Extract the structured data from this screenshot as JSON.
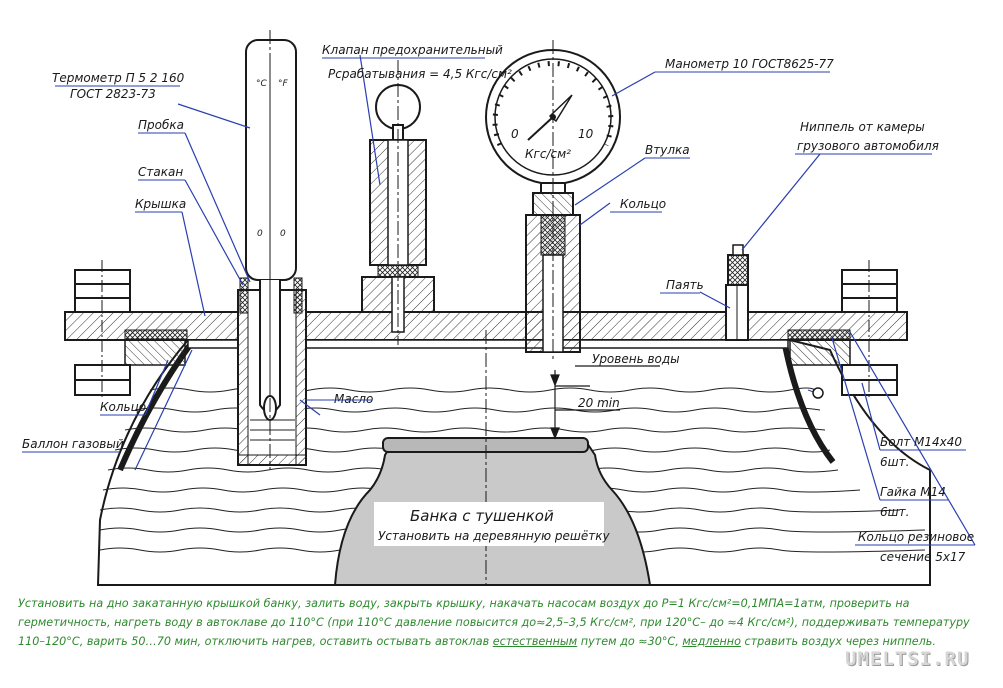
{
  "labels": {
    "thermometer_1": "Термометр П 5 2 160",
    "thermometer_2": "ГОСТ 2823-73",
    "stopper": "Пробка",
    "cup": "Стакан",
    "lid": "Крышка",
    "ring_left": "Кольцо",
    "gas_cylinder": "Баллон газовый",
    "valve": "Клапан предохранительный",
    "valve_pressure": "Pсрабатывания = 4,5 Кгс/см²",
    "manometer": "Манометр 10 ГОСТ8625-77",
    "bushing": "Втулка",
    "ring_right": "Кольцо",
    "nipple_1": "Ниппель от камеры",
    "nipple_2": "грузового автомобиля",
    "solder": "Паять",
    "water_level": "Уровень воды",
    "gap": "20 min",
    "oil": "Масло",
    "bolt": "Болт М14х40",
    "bolt_qty": "6шт.",
    "nut": "Гайка М14",
    "nut_qty": "6шт.",
    "rubber_ring_1": "Кольцо резиновое",
    "rubber_ring_2": "сечение 5х17",
    "jar_title": "Банка с тушенкой",
    "jar_note": "Установить на деревянную решётку"
  },
  "gauge": {
    "min": "0",
    "max": "10",
    "unit": "Кгс/см²"
  },
  "thermometer_scale": {
    "unit_c": "°C",
    "unit_f": "°F",
    "mark_c": "0",
    "mark_f": "0"
  },
  "instructions": {
    "part1": "Установить на дно закатанную крышкой банку, залить воду, закрыть крышку, накачать насосам воздух до Р=1 Кгс/см²=0,1МПА=1атм, проверить на герметичность, нагреть воду в автоклаве до 110°С (при 110°С давление повысится до≈2,5–3,5 Кгс/см², при 120°С– до ≈4 Кгс/см²), поддерживать температуру 110–120°С, варить 50…70 мин, отключить нагрев, оставить остывать автоклав ",
    "underline1": "естественным",
    "part2": " путем до ≈30°С, ",
    "underline2": "медленно",
    "part3": " стравить воздух через ниппель."
  },
  "watermark": "UMELTSI.RU",
  "colors": {
    "ink": "#1a1a1a",
    "leader": "#2a3fb0",
    "hatch": "#333333",
    "water": "#222222",
    "jar_fill": "#c9c9c9",
    "instruction_text": "#2f8a2f"
  }
}
